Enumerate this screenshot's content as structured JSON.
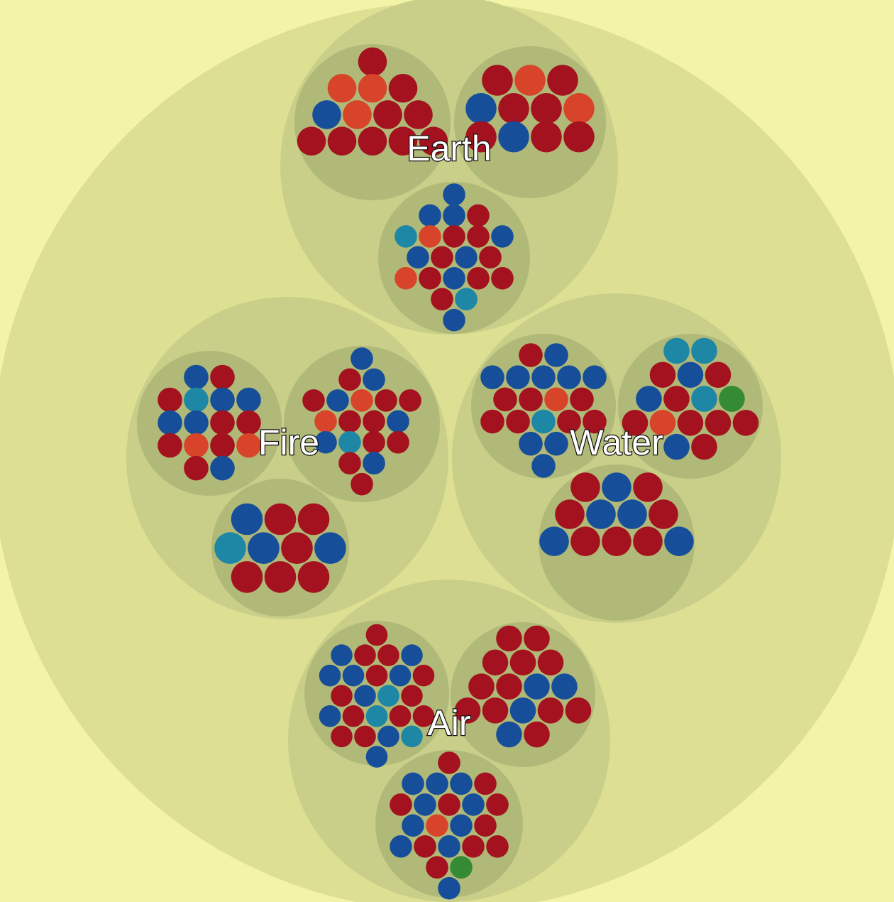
{
  "chart_data": {
    "type": "packed-bubble",
    "palette": {
      "background": "#f4f4a8",
      "outer_circle": "#dde093",
      "group_circle": "#c9cf89",
      "cluster_circle": "#b0b978",
      "red": "#a3121e",
      "blue": "#174e9a",
      "orange": "#d8442a",
      "teal": "#1e87a5",
      "green": "#358a34"
    },
    "groups": [
      {
        "label": "Earth",
        "clusters": [
          {
            "rows": [
              [
                "red"
              ],
              [
                "orange",
                "orange",
                "red"
              ],
              [
                "blue",
                "orange",
                "red",
                "red"
              ],
              [
                "red",
                "red",
                "red",
                "red",
                "red"
              ]
            ]
          },
          {
            "rows": [
              [
                "red",
                "orange",
                "red"
              ],
              [
                "blue",
                "red",
                "red",
                "orange"
              ],
              [
                "red",
                "blue",
                "red",
                "red"
              ]
            ]
          },
          {
            "rows": [
              [
                "blue"
              ],
              [
                "blue",
                "blue",
                "red"
              ],
              [
                "teal",
                "orange",
                "red",
                "red",
                "blue"
              ],
              [
                "blue",
                "red",
                "blue",
                "red"
              ],
              [
                "orange",
                "red",
                "blue",
                "red",
                "red"
              ],
              [
                "red",
                "teal"
              ],
              [
                "blue"
              ]
            ]
          }
        ]
      },
      {
        "label": "Fire",
        "clusters": [
          {
            "rows": [
              [
                "blue",
                "red"
              ],
              [
                "red",
                "teal",
                "blue",
                "blue"
              ],
              [
                "blue",
                "blue",
                "red",
                "red"
              ],
              [
                "red",
                "orange",
                "red",
                "orange"
              ],
              [
                "red",
                "blue"
              ]
            ]
          },
          {
            "rows": [
              [
                "blue"
              ],
              [
                "red",
                "blue"
              ],
              [
                "red",
                "blue",
                "orange",
                "red",
                "red"
              ],
              [
                "orange",
                "red",
                "red",
                "blue"
              ],
              [
                "blue",
                "teal",
                "red",
                "red"
              ],
              [
                "red",
                "blue"
              ],
              [
                "red"
              ]
            ]
          },
          {
            "rows": [
              [
                "blue",
                "red",
                "red"
              ],
              [
                "teal",
                "blue",
                "red",
                "blue"
              ],
              [
                "red",
                "red",
                "red"
              ]
            ]
          }
        ]
      },
      {
        "label": "Water",
        "clusters": [
          {
            "rows": [
              [
                "red",
                "blue"
              ],
              [
                "blue",
                "blue",
                "blue",
                "blue",
                "blue"
              ],
              [
                "red",
                "red",
                "orange",
                "red"
              ],
              [
                "red",
                "red",
                "teal",
                "red",
                "red"
              ],
              [
                "blue",
                "blue"
              ],
              [
                "blue"
              ]
            ]
          },
          {
            "rows": [
              [
                "teal",
                "teal"
              ],
              [
                "red",
                "blue",
                "red"
              ],
              [
                "blue",
                "red",
                "teal",
                "green"
              ],
              [
                "red",
                "orange",
                "red",
                "red",
                "red"
              ],
              [
                "blue",
                "red"
              ]
            ]
          },
          {
            "rows": [
              [
                "red",
                "blue",
                "red"
              ],
              [
                "red",
                "blue",
                "blue",
                "red"
              ],
              [
                "blue",
                "red",
                "red",
                "red",
                "blue"
              ]
            ]
          }
        ]
      },
      {
        "label": "Air",
        "clusters": [
          {
            "rows": [
              [
                "red"
              ],
              [
                "blue",
                "red",
                "red",
                "blue"
              ],
              [
                "blue",
                "blue",
                "red",
                "blue",
                "red"
              ],
              [
                "red",
                "blue",
                "teal",
                "red"
              ],
              [
                "blue",
                "red",
                "teal",
                "red",
                "red"
              ],
              [
                "red",
                "red",
                "blue",
                "teal"
              ],
              [
                "blue"
              ]
            ]
          },
          {
            "rows": [
              [
                "red",
                "red"
              ],
              [
                "red",
                "red",
                "red"
              ],
              [
                "red",
                "red",
                "blue",
                "blue"
              ],
              [
                "red",
                "red",
                "blue",
                "red",
                "red"
              ],
              [
                "blue",
                "red"
              ]
            ]
          },
          {
            "rows": [
              [
                "red"
              ],
              [
                "blue",
                "blue",
                "blue",
                "red"
              ],
              [
                "red",
                "blue",
                "red",
                "blue",
                "red"
              ],
              [
                "blue",
                "orange",
                "blue",
                "red"
              ],
              [
                "blue",
                "red",
                "blue",
                "red",
                "red"
              ],
              [
                "red",
                "green"
              ],
              [
                "blue"
              ]
            ]
          }
        ]
      }
    ]
  }
}
